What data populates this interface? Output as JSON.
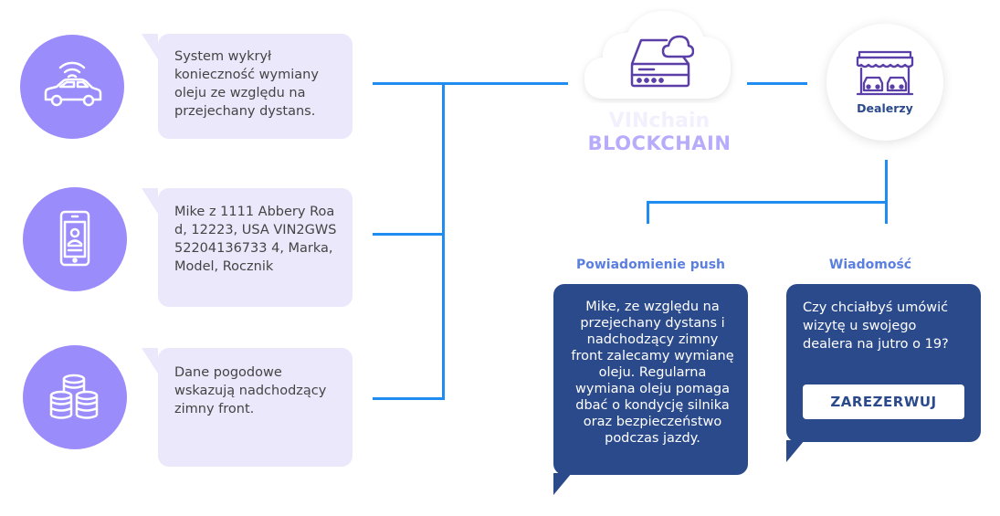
{
  "sources": [
    {
      "icon": "connected-car-icon",
      "text": "System wykrył konieczność wymiany oleju ze względu na przejechany dystans."
    },
    {
      "icon": "smartphone-user-icon",
      "text": "Mike z 1111 Abbery Road, 12223, USA VIN2GWS52204136733 4, Marka, Model, Rocznik"
    },
    {
      "icon": "coins-stack-icon",
      "text": "Dane pogodowe wskazują nadchodzący zimny front."
    }
  ],
  "blockchain": {
    "icon": "cloud-server-icon",
    "faded_label": "VINchain",
    "label": "BLOCKCHAIN"
  },
  "dealers": {
    "icon": "dealership-icon",
    "label": "Dealerzy"
  },
  "push": {
    "title": "Powiadomienie push",
    "text": "Mike, ze względu na przejechany dystans i nadchodzący zimny front zalecamy wymianę oleju. Regularna wymiana oleju pomaga dbać o kondycję silnika oraz bezpieczeństwo podczas jazdy."
  },
  "message": {
    "title": "Wiadomość",
    "text": "Czy chciałbyś umówić wizytę u swojego dealera na jutro o 19?",
    "button": "ZAREZERWUJ"
  },
  "colors": {
    "accent": "#9b8cfb",
    "bubble": "#ebe8fb",
    "wire": "#1f8cf2",
    "dark": "#2b4a8b",
    "label": "#5b7fe0"
  }
}
